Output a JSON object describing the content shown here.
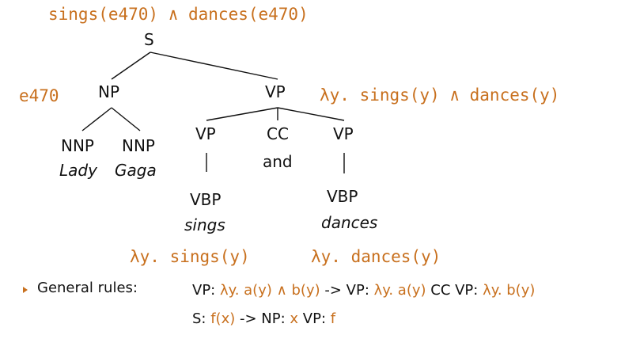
{
  "semantics": {
    "root": "sings(e470) ∧ dances(e470)",
    "np": "e470",
    "vp": "λy. sings(y) ∧ dances(y)",
    "vp_left": "λy. sings(y)",
    "vp_right": "λy. dances(y)"
  },
  "tree": {
    "s": "S",
    "np": "NP",
    "vp": "VP",
    "nnp1": "NNP",
    "nnp2": "NNP",
    "lady": "Lady",
    "gaga": "Gaga",
    "vp1": "VP",
    "cc": "CC",
    "vp2": "VP",
    "and": "and",
    "vbp1": "VBP",
    "sings": "sings",
    "vbp2": "VBP",
    "dances": "dances"
  },
  "rules": {
    "heading": "General rules:",
    "r1": {
      "p1": "VP: ",
      "p2": "λy. a(y) ∧ b(y)",
      "p3": " -> VP: ",
      "p4": "λy. a(y)",
      "p5": " CC VP: ",
      "p6": "λy. b(y)"
    },
    "r2": {
      "p1": "S: ",
      "p2": "f(x)",
      "p3": " -> NP: ",
      "p4": "x",
      "p5": " VP: ",
      "p6": "f"
    }
  },
  "colors": {
    "accent": "#c8701e",
    "text": "#111111"
  }
}
